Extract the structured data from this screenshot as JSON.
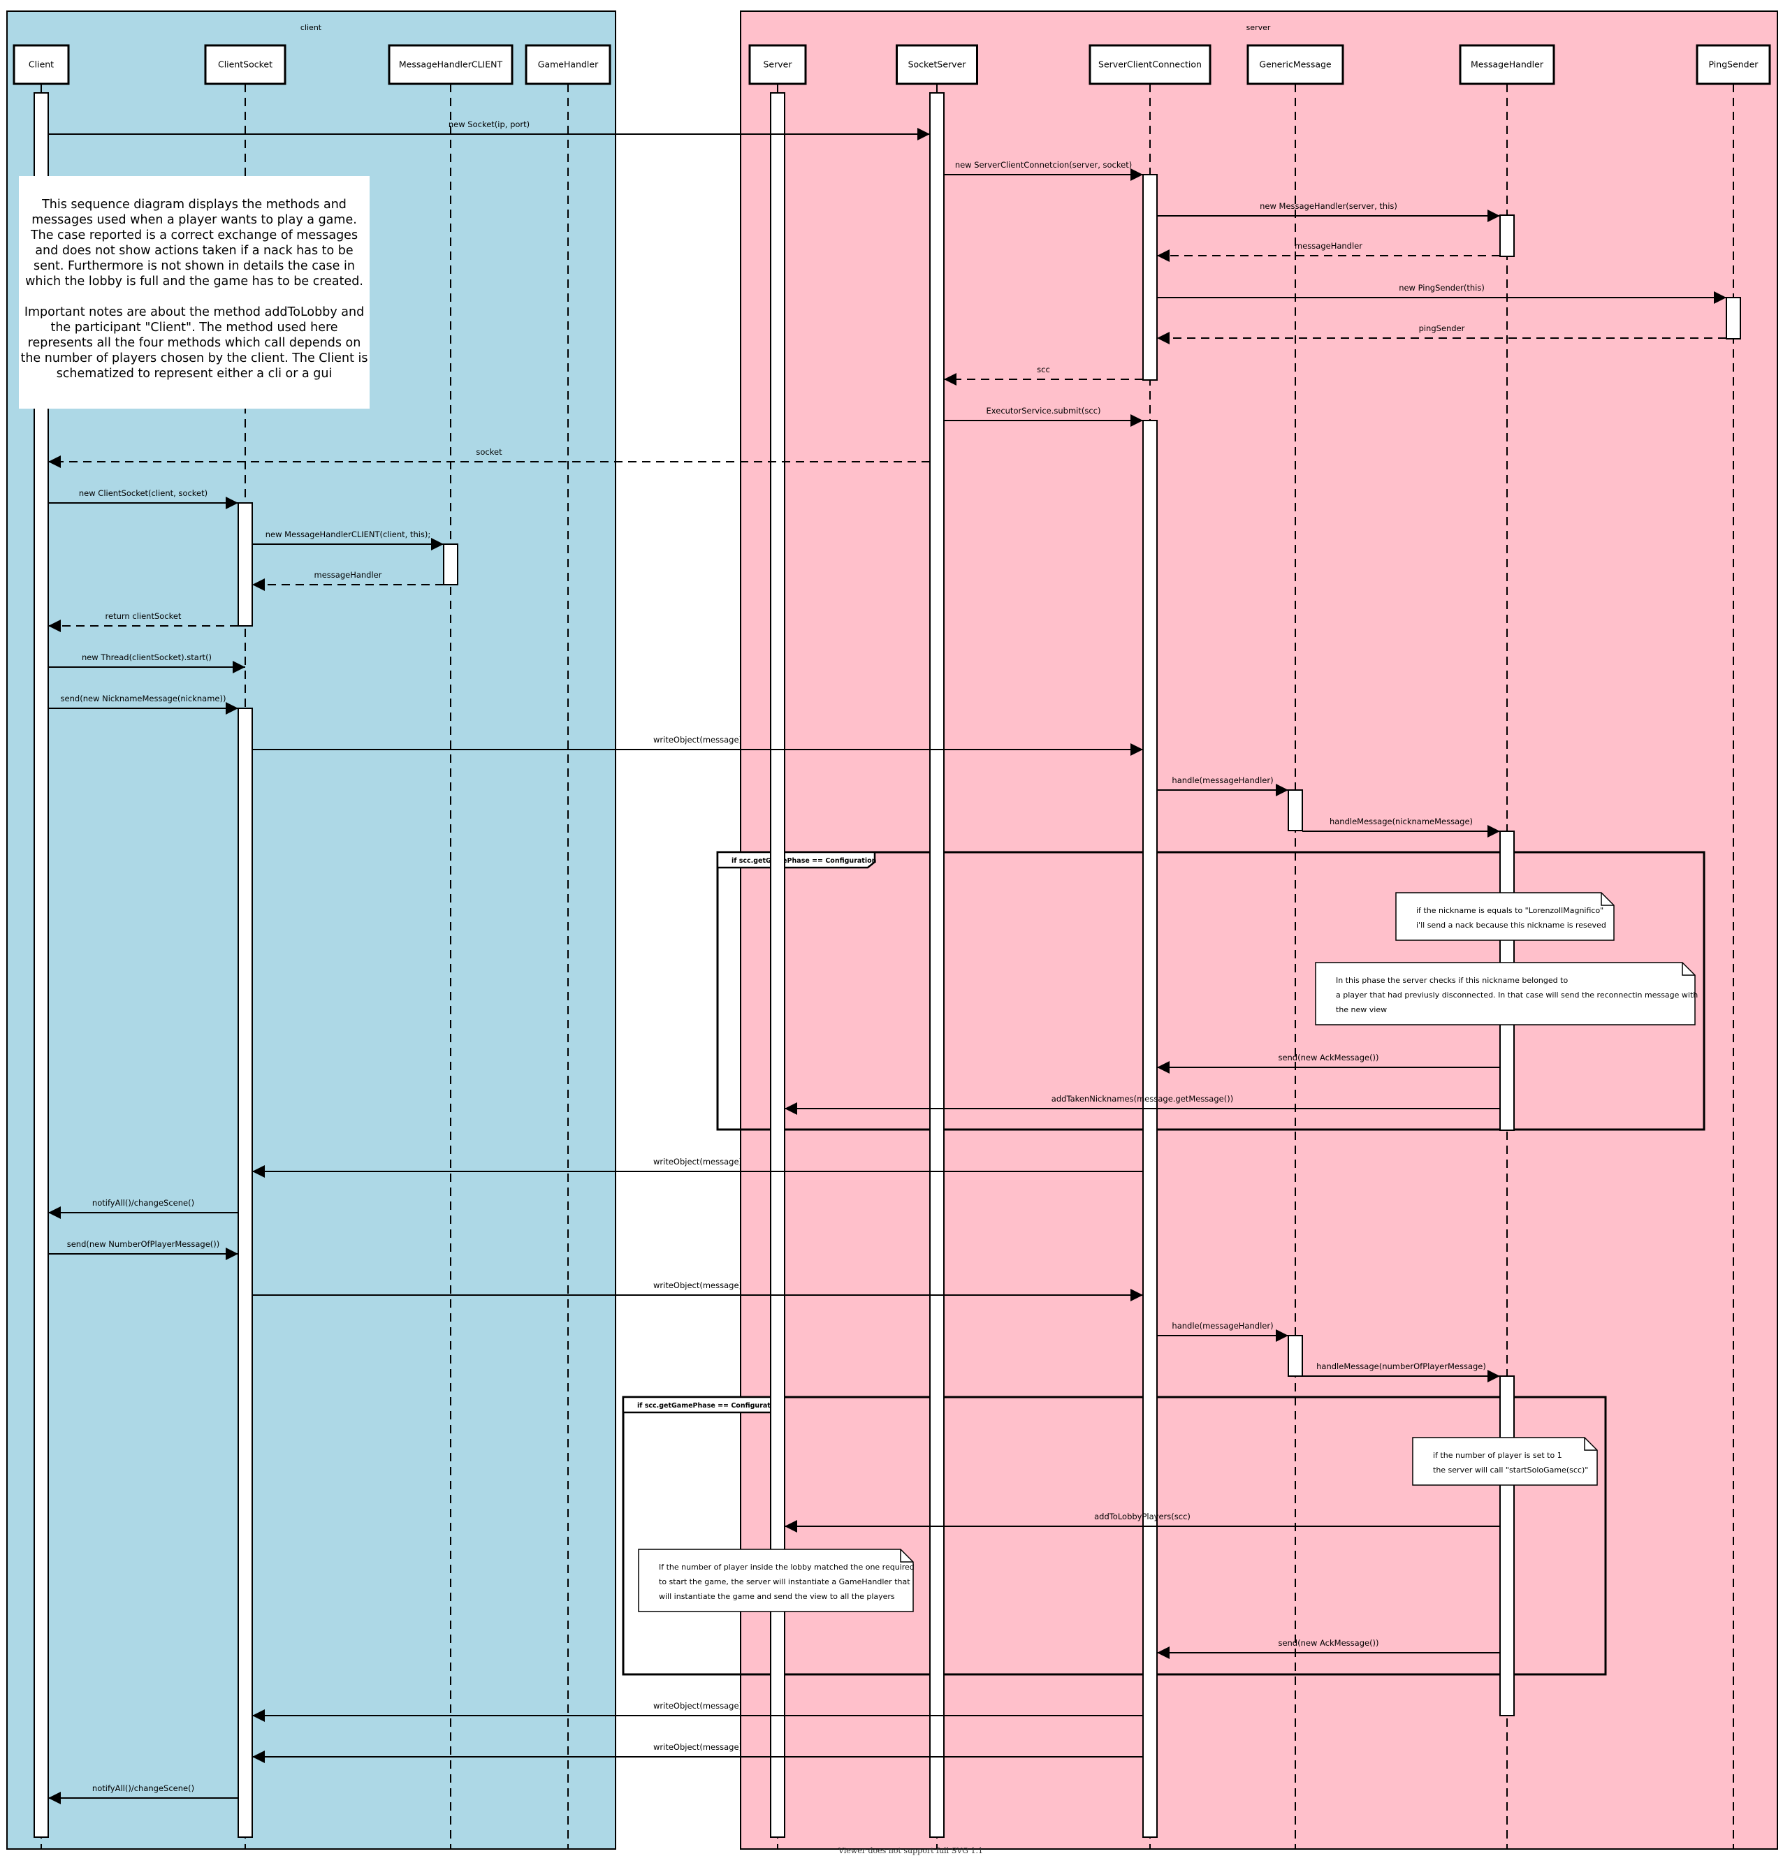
{
  "colors": {
    "client_group": "#add8e6",
    "server_group": "#ffc0cb",
    "participant_fill": "#ffffff",
    "line": "#000000"
  },
  "groups": [
    {
      "id": "client",
      "label": "client"
    },
    {
      "id": "server",
      "label": "server"
    }
  ],
  "participants": [
    {
      "id": "client",
      "label": "Client"
    },
    {
      "id": "clientsocket",
      "label": "ClientSocket"
    },
    {
      "id": "mhclient",
      "label": "MessageHandlerCLIENT"
    },
    {
      "id": "gamehandler",
      "label": "GameHandler"
    },
    {
      "id": "server",
      "label": "Server"
    },
    {
      "id": "socketserver",
      "label": "SocketServer"
    },
    {
      "id": "scc",
      "label": "ServerClientConnection"
    },
    {
      "id": "genericmessage",
      "label": "GenericMessage"
    },
    {
      "id": "messagehandler",
      "label": "MessageHandler"
    },
    {
      "id": "pingsender",
      "label": "PingSender"
    }
  ],
  "messages": [
    {
      "from": "client",
      "to": "socketserver",
      "label": "new Socket(ip, port)",
      "style": "call"
    },
    {
      "from": "socketserver",
      "to": "scc",
      "label": "new ServerClientConnetcion(server, socket)",
      "style": "call"
    },
    {
      "from": "scc",
      "to": "messagehandler",
      "label": "new MessageHandler(server, this)",
      "style": "call"
    },
    {
      "from": "messagehandler",
      "to": "scc",
      "label": "messageHandler",
      "style": "return"
    },
    {
      "from": "scc",
      "to": "pingsender",
      "label": "new PingSender(this)",
      "style": "call"
    },
    {
      "from": "pingsender",
      "to": "scc",
      "label": "pingSender",
      "style": "return"
    },
    {
      "from": "scc",
      "to": "socketserver",
      "label": "scc",
      "style": "return"
    },
    {
      "from": "socketserver",
      "to": "scc",
      "label": "ExecutorService.submit(scc)",
      "style": "call"
    },
    {
      "from": "socketserver",
      "to": "client",
      "label": "socket",
      "style": "return"
    },
    {
      "from": "client",
      "to": "clientsocket",
      "label": "new ClientSocket(client, socket)",
      "style": "call"
    },
    {
      "from": "clientsocket",
      "to": "mhclient",
      "label": "new MessageHandlerCLIENT(client, this);",
      "style": "call"
    },
    {
      "from": "mhclient",
      "to": "clientsocket",
      "label": "messageHandler",
      "style": "return"
    },
    {
      "from": "clientsocket",
      "to": "client",
      "label": "return clientSocket",
      "style": "return"
    },
    {
      "from": "client",
      "to": "clientsocket",
      "label": "new Thread(clientSocket).start()",
      "style": "call"
    },
    {
      "from": "client",
      "to": "clientsocket",
      "label": "send(new NicknameMessage(nickname))",
      "style": "call"
    },
    {
      "from": "clientsocket",
      "to": "scc",
      "label": "writeObject(message)",
      "style": "async"
    },
    {
      "from": "scc",
      "to": "genericmessage",
      "label": "handle(messageHandler)",
      "style": "call"
    },
    {
      "from": "genericmessage",
      "to": "messagehandler",
      "label": "handleMessage(nicknameMessage)",
      "style": "call"
    },
    {
      "from": "messagehandler",
      "to": "scc",
      "label": "send(new AckMessage())",
      "style": "async"
    },
    {
      "from": "messagehandler",
      "to": "server",
      "label": "addTakenNicknames(message.getMessage())",
      "style": "async"
    },
    {
      "from": "scc",
      "to": "clientsocket",
      "label": "writeObject(message)",
      "style": "async"
    },
    {
      "from": "clientsocket",
      "to": "client",
      "label": "notifyAll()/changeScene()",
      "style": "async"
    },
    {
      "from": "client",
      "to": "clientsocket",
      "label": "send(new NumberOfPlayerMessage())",
      "style": "call"
    },
    {
      "from": "clientsocket",
      "to": "scc",
      "label": "writeObject(message)",
      "style": "async"
    },
    {
      "from": "scc",
      "to": "genericmessage",
      "label": "handle(messageHandler)",
      "style": "call"
    },
    {
      "from": "genericmessage",
      "to": "messagehandler",
      "label": "handleMessage(numberOfPlayerMessage)",
      "style": "call"
    },
    {
      "from": "messagehandler",
      "to": "server",
      "label": "addToLobbyPlayers(scc)",
      "style": "async"
    },
    {
      "from": "messagehandler",
      "to": "scc",
      "label": "send(new AckMessage())",
      "style": "async"
    },
    {
      "from": "scc",
      "to": "clientsocket",
      "label": "writeObject(message)",
      "style": "async"
    },
    {
      "from": "scc",
      "to": "clientsocket",
      "label": "writeObject(message)",
      "style": "async"
    },
    {
      "from": "clientsocket",
      "to": "client",
      "label": "notifyAll()/changeScene()",
      "style": "async"
    }
  ],
  "fragments": [
    {
      "label": "if scc.getGamePhase == Configuration"
    },
    {
      "label": "if scc.getGamePhase == Configuration"
    }
  ],
  "notes": {
    "main": "This sequence diagram displays the methods and\nmessages used when a player wants to play a game.\nThe case reported is a correct exchange of messages\nand does not show actions taken if a nack has to be\nsent. Furthermore is not shown in details the case in\nwhich the lobby is full and the game has to be created.\n\nImportant notes are about the method addToLobby and\nthe participant \"Client\". The method used here\nrepresents all the four methods which call depends on\nthe number of players chosen by the client. The Client is\nschematized to represent either a cli or a gui",
    "small": [
      {
        "lines": [
          "if the nickname is equals to \"LorenzoIlMagnifico\"",
          "i'll send a nack because this nickname is reseved"
        ]
      },
      {
        "lines": [
          "In this phase the server checks if this nickname belonged to",
          "a player that had previusly disconnected. In that case will send the reconnectin message with",
          "the new view"
        ]
      },
      {
        "lines": [
          "if the number of player is set to 1",
          "the server will call \"startSoloGame(scc)\""
        ]
      },
      {
        "lines": [
          "If the number of player inside the lobby matched the one required",
          "to start the game, the server will instantiate a GameHandler that",
          "will instantiate the game and send the view to all the players"
        ]
      }
    ]
  },
  "footer": "Viewer does not support full SVG 1.1"
}
